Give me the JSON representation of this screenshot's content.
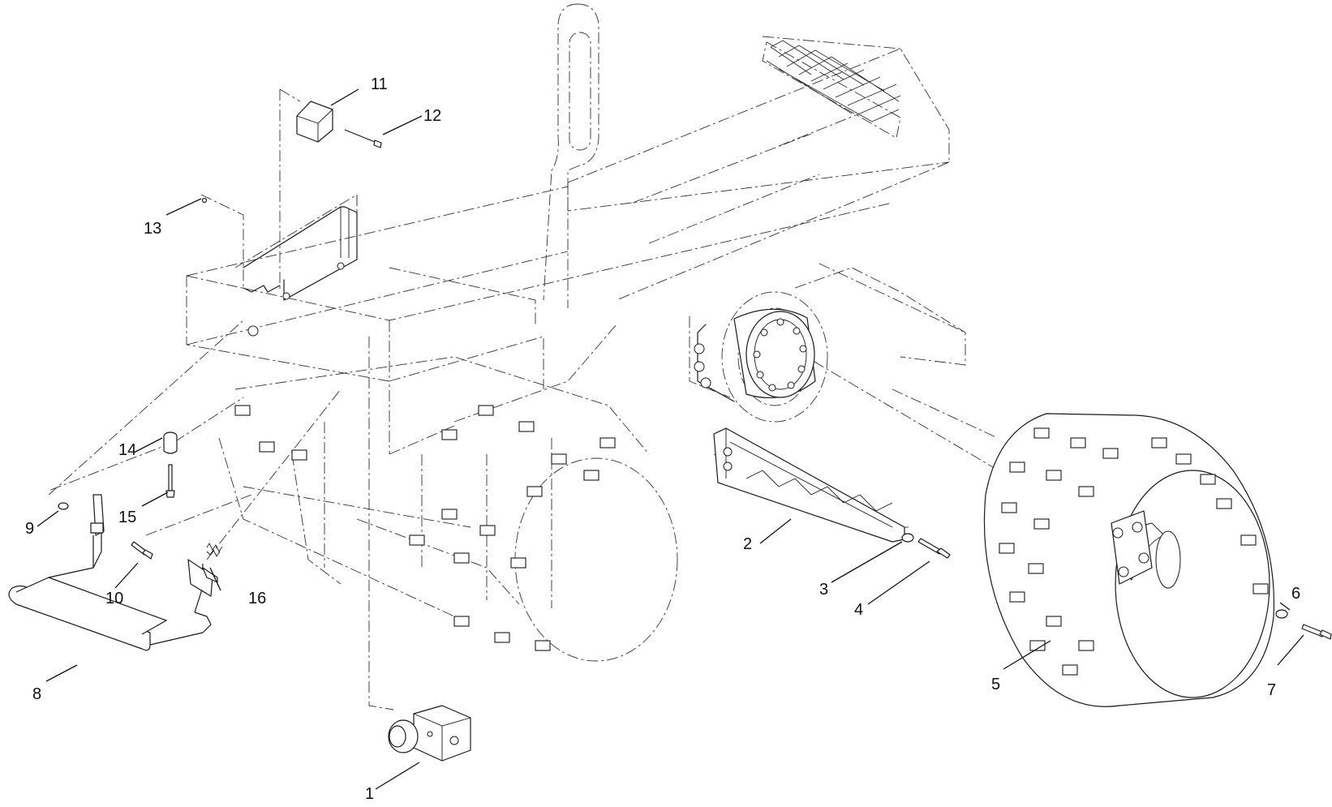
{
  "callouts": [
    {
      "id": "1",
      "label": "1"
    },
    {
      "id": "2",
      "label": "2"
    },
    {
      "id": "3",
      "label": "3"
    },
    {
      "id": "4",
      "label": "4"
    },
    {
      "id": "5",
      "label": "5"
    },
    {
      "id": "6",
      "label": "6"
    },
    {
      "id": "7",
      "label": "7"
    },
    {
      "id": "8",
      "label": "8"
    },
    {
      "id": "9",
      "label": "9"
    },
    {
      "id": "10",
      "label": "10"
    },
    {
      "id": "11",
      "label": "11"
    },
    {
      "id": "12",
      "label": "12"
    },
    {
      "id": "13",
      "label": "13"
    },
    {
      "id": "14",
      "label": "14"
    },
    {
      "id": "15",
      "label": "15"
    },
    {
      "id": "16",
      "label": "16"
    }
  ],
  "colors": {
    "line": "#1a1a1a",
    "background": "#ffffff"
  }
}
